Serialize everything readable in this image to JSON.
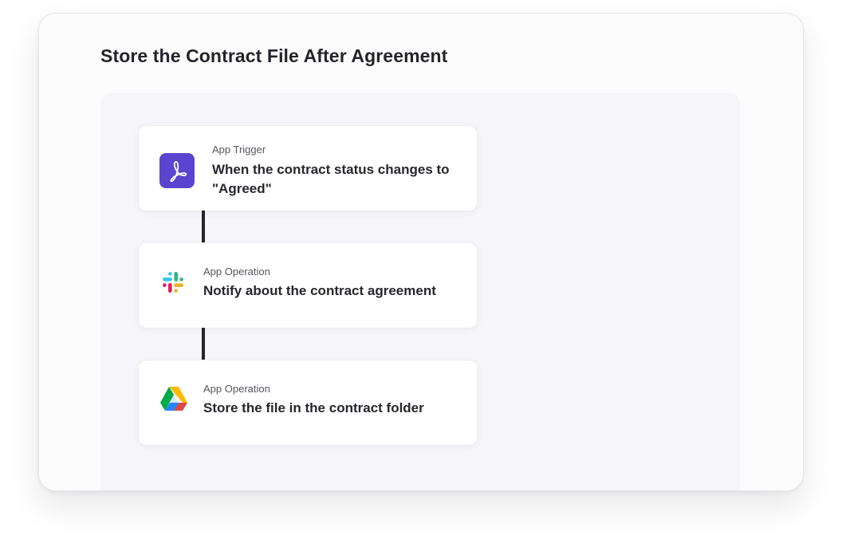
{
  "title": "Store the Contract File After Agreement",
  "steps": [
    {
      "kind": "App Trigger",
      "label": "When the contract status changes to \"Agreed\"",
      "icon": "adobe-acrobat-sign-icon"
    },
    {
      "kind": "App Operation",
      "label": "Notify about the contract agreement",
      "icon": "slack-icon"
    },
    {
      "kind": "App Operation",
      "label": "Store the file in the contract folder",
      "icon": "google-drive-icon"
    }
  ],
  "colors": {
    "accent_purple": "#5b44d0",
    "connector": "#26262e",
    "canvas": "#f6f6fa"
  }
}
